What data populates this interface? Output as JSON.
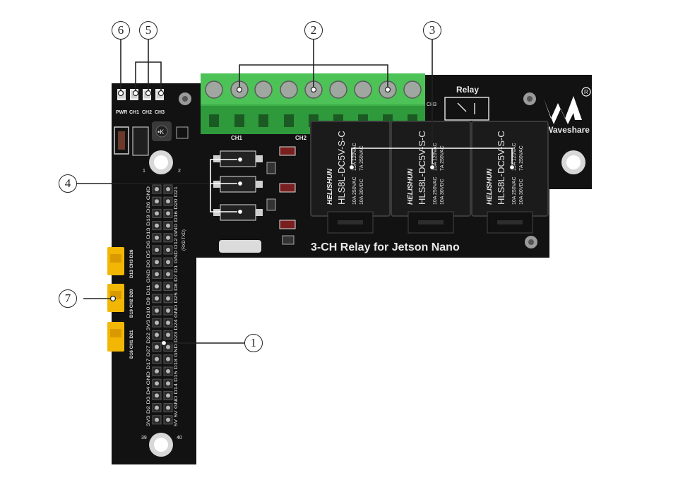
{
  "image": {
    "subject": "3-CH Relay for Jetson Nano board",
    "board_title": "3-CH Relay for Jetson Nano",
    "brand": "Waveshare",
    "relay_heading": "Relay",
    "relay_model": "HLS8L-DC5V-S-C",
    "relay_maker": "HELISHUN",
    "relay_rating_1": "15A 120VAC",
    "relay_rating_2": "10A 250VAC",
    "relay_rating_3": "10A 30VDC",
    "relay_rating_4": "7A 250VAC",
    "led_labels": [
      "PWR",
      "CH1",
      "CH2",
      "CH3"
    ],
    "terminal_labels": [
      "CH1",
      "CH2",
      "CH3"
    ],
    "uart_label": "(RXD TXD)",
    "header_pin_first": "39",
    "header_pin_last": "40",
    "header_pin_top_a": "2",
    "header_pin_top_b": "1",
    "jumper_labels": [
      "D16 CH1 D21",
      "D19 CH2 D20",
      "D13 CH3 D26"
    ],
    "gpio_rows": [
      "3V3 D2 D3 D4 GND D17 D27 D22 3V3 D10 D9 D11 GND D0 D5 D6 D13 D19 D26 GND",
      "5V 5V GND D14 D15 D18 GND D23 D24 GND D25 D8 D7 D1 GND D12 GND D16 D20 D21"
    ],
    "callouts": [
      "1",
      "2",
      "3",
      "4",
      "5",
      "6",
      "7"
    ],
    "colors": {
      "board": "#121212",
      "terminal": "#3eae4a",
      "jumper": "#f2b705",
      "relay": "#1b1b1b",
      "silkscreen": "#e9e9e9",
      "callout_line": "#ffffff"
    }
  }
}
